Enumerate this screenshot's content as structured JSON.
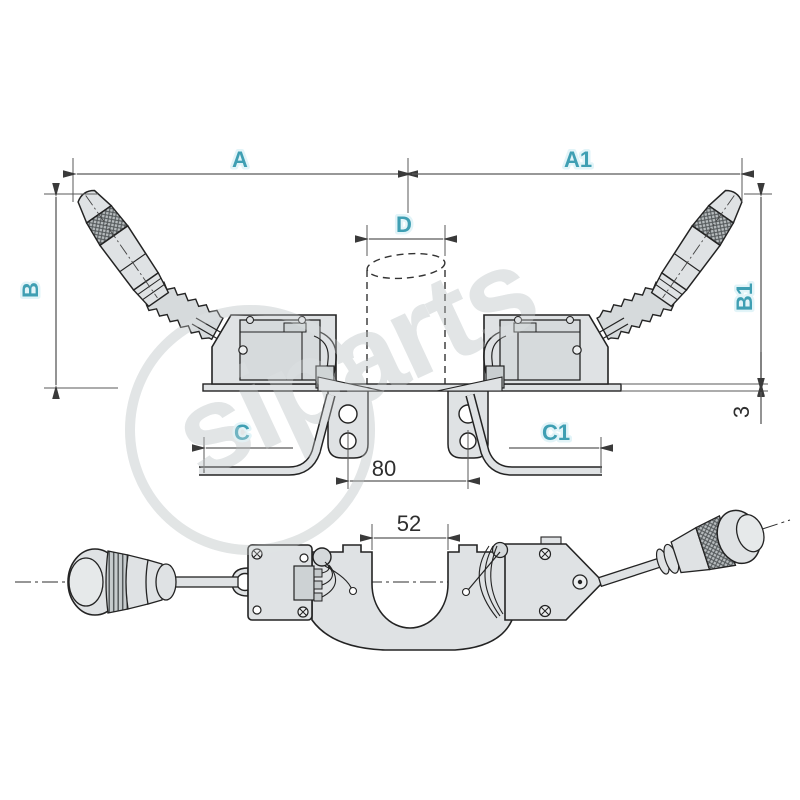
{
  "page": {
    "background": "#ffffff"
  },
  "watermark": {
    "text": "siparts"
  },
  "colors": {
    "dimension_label_teal": "#3f9fb3",
    "number_label": "#2e2e2e",
    "drawing_line": "#232323",
    "part_fill": "#dfe2e4",
    "dimension_line": "#5a5a5a",
    "watermark_gray": "#e2e5e6"
  },
  "front_view": {
    "description": "steering column switch front view",
    "dims": {
      "a": "A",
      "a1": "A1",
      "b": "B",
      "b1": "B1",
      "c": "C",
      "c1": "C1",
      "d": "D",
      "mount_hole_spacing": "80",
      "plate_thickness": "3"
    }
  },
  "bottom_view": {
    "description": "steering column switch bottom view",
    "dims": {
      "clamp_opening_width": "52"
    }
  }
}
